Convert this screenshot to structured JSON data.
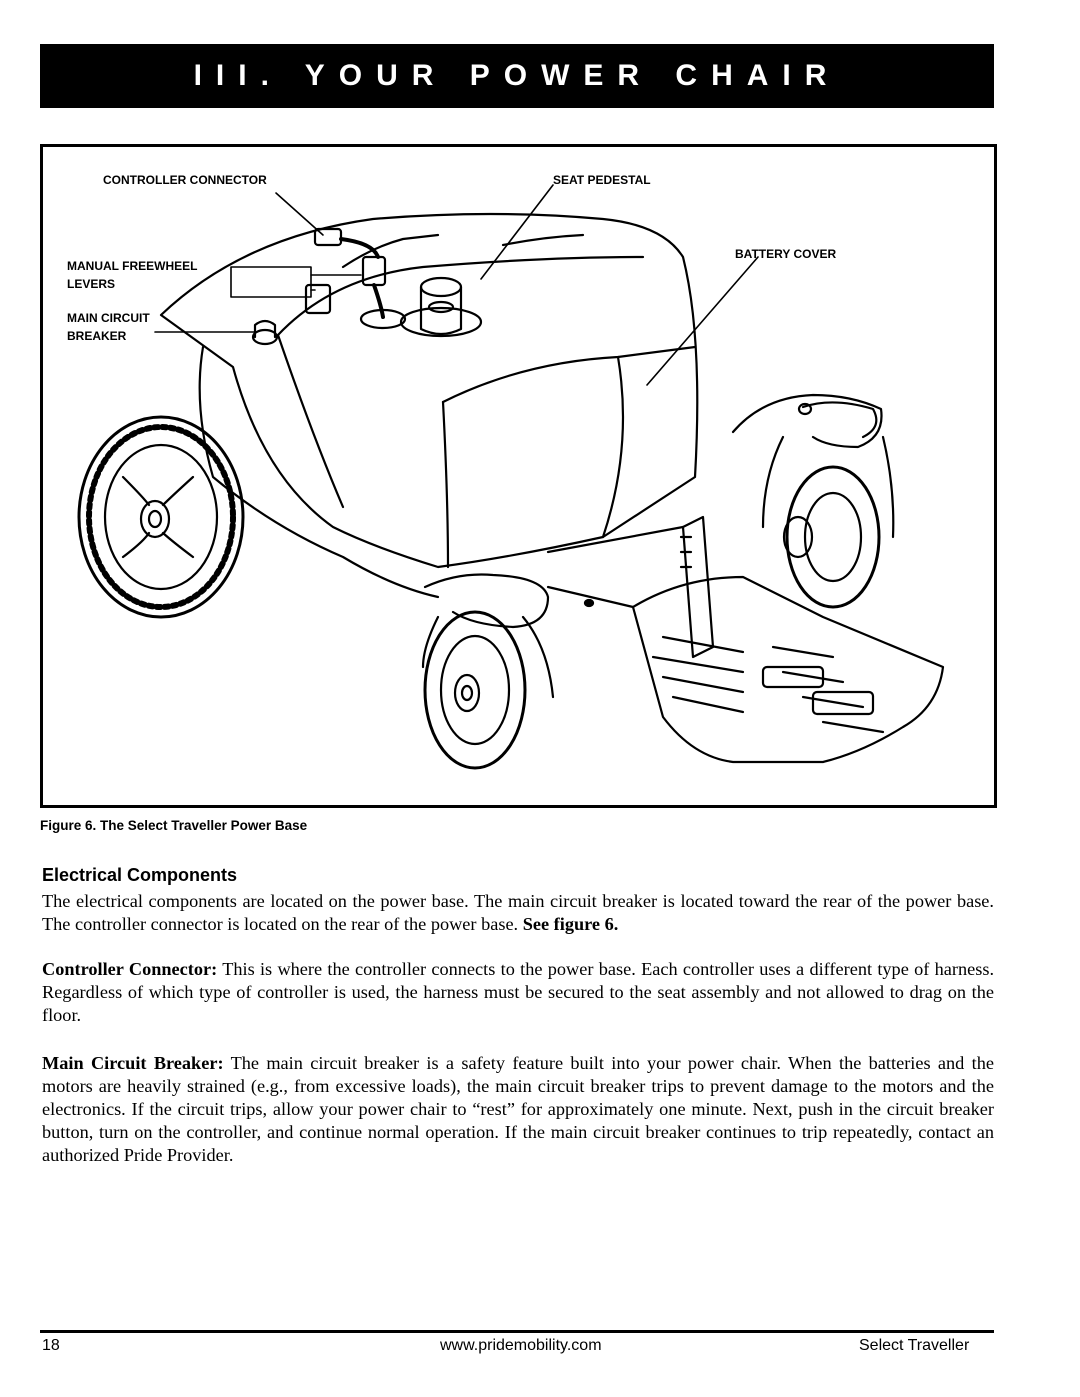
{
  "header": {
    "title": "III. YOUR POWER CHAIR"
  },
  "figure": {
    "labels": {
      "controller_connector": "CONTROLLER CONNECTOR",
      "seat_pedestal": "SEAT PEDESTAL",
      "battery_cover": "BATTERY COVER",
      "manual_freewheel_levers": "MANUAL FREEWHEEL\nLEVERS",
      "main_circuit_breaker": "MAIN CIRCUIT\nBREAKER"
    },
    "caption": "Figure 6. The Select Traveller Power Base"
  },
  "section": {
    "heading": "Electrical Components",
    "intro_text": "The electrical components are located on the power base. The main circuit breaker is located toward the rear of the power base. The controller connector is located on the rear of the power base.",
    "intro_ref": "See figure 6.",
    "controller_label": "Controller Connector:",
    "controller_text": "This is where the controller connects to the power base. Each controller uses a different type of harness. Regardless of which type of controller is used, the harness must be secured to the seat assembly and not allowed to drag on the floor.",
    "breaker_label": "Main Circuit Breaker:",
    "breaker_text": "The main circuit breaker is a safety feature built into your power chair. When the batteries and the motors are heavily strained (e.g., from excessive loads), the main circuit breaker trips to prevent damage to the motors and the electronics. If the circuit trips, allow your power chair to “rest” for approximately one minute. Next, push in the circuit breaker button, turn on the controller, and continue normal operation. If the main circuit breaker continues to trip repeatedly, contact an authorized Pride Provider."
  },
  "footer": {
    "page_number": "18",
    "url": "www.pridemobility.com",
    "product": "Select Traveller"
  }
}
